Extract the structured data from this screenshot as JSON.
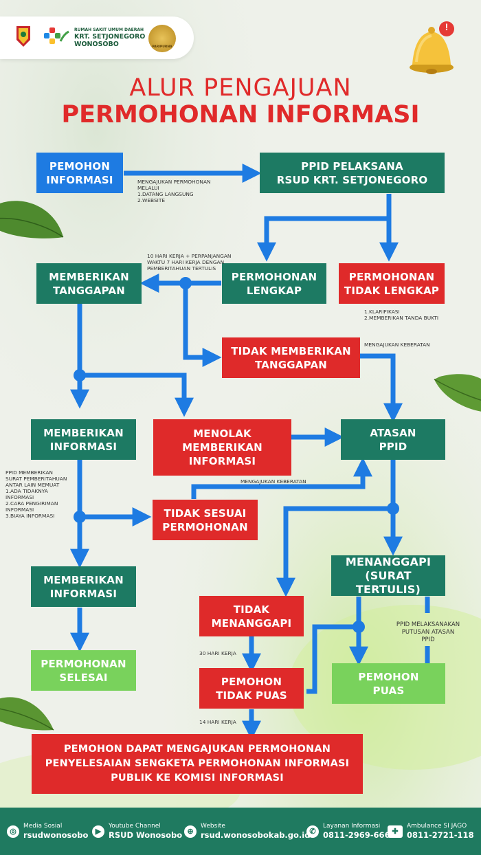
{
  "header": {
    "hospital_line1": "RUMAH SAKIT UMUM DAERAH",
    "hospital_line2": "KRT. SETJONEGORO",
    "hospital_line3": "WONOSOBO",
    "badge_text": "PARIPURNA",
    "bell_badge": "!"
  },
  "title": {
    "line1": "ALUR PENGAJUAN",
    "line2": "PERMOHONAN INFORMASI"
  },
  "boxes": {
    "pemohon_informasi": "PEMOHON\nINFORMASI",
    "ppid_pelaksana": "PPID PELAKSANA\nRSUD KRT. SETJONEGORO",
    "permohonan_lengkap": "PERMOHONAN\nLENGKAP",
    "permohonan_tidak_lengkap": "PERMOHONAN\nTIDAK LENGKAP",
    "memberikan_tanggapan": "MEMBERIKAN\nTANGGAPAN",
    "tidak_memberikan_tanggapan": "TIDAK MEMBERIKAN\nTANGGAPAN",
    "memberikan_informasi_1": "MEMBERIKAN\nINFORMASI",
    "menolak_memberikan_informasi": "MENOLAK\nMEMBERIKAN\nINFORMASI",
    "atasan_ppid": "ATASAN\nPPID",
    "tidak_sesuai_permohonan": "TIDAK SESUAI\nPERMOHONAN",
    "memberikan_informasi_2": "MEMBERIKAN\nINFORMASI",
    "menanggapi": "MENANGGAPI\n(SURAT TERTULIS)",
    "tidak_menanggapi": "TIDAK\nMENANGGAPI",
    "permohonan_selesai": "PERMOHONAN\nSELESAI",
    "pemohon_puas": "PEMOHON\nPUAS",
    "pemohon_tidak_puas": "PEMOHON\nTIDAK PUAS",
    "komisi_informasi": "PEMOHON DAPAT MENGAJUKAN PERMOHONAN\nPENYELESAIAN SENGKETA PERMOHONAN INFORMASI\nPUBLIK KE KOMISI INFORMASI"
  },
  "notes": {
    "mengajukan_permohonan": "MENGAJUKAN PERMOHONAN\nMELALUI\n   1.DATANG LANGSUNG\n   2.WEBSITE",
    "hari_kerja_10": "10 HARI KERJA + PERPANJANGAN\nWAKTU 7 HARI KERJA DENGAN\nPEMBERITAHUAN TERTULIS",
    "klarifikasi": "1.KLARIFIKASI\n2.MEMBERIKAN TANDA BUKTI",
    "mengajukan_keberatan_1": "MENGAJUKAN KEBERATAN",
    "mengajukan_keberatan_2": "MENGAJUKAN KEBERATAN",
    "ppid_memberikan": "PPID MEMBERIKAN\nSURAT PEMBERITAHUAN\nANTAR LAIN MEMUAT\n   1.ADA TIDAKNYA\n      INFORMASI\n   2.CARA PENGIRIMAN\n      INFORMASI\n   3.BIAYA INFORMASI",
    "ppid_melaksanakan": "PPID MELAKSANAKAN\nPUTUSAN ATASAN\nPPID",
    "hari_kerja_30": "30 HARI KERJA",
    "hari_kerja_14": "14 HARI KERJA"
  },
  "footer": {
    "items": [
      {
        "label": "Media Sosial",
        "value": "rsudwonosobo",
        "icon": "instagram-icon"
      },
      {
        "label": "Youtube Channel",
        "value": "RSUD Wonosobo",
        "icon": "youtube-icon"
      },
      {
        "label": "Website",
        "value": "rsud.wonosobokab.go.id",
        "icon": "globe-icon"
      },
      {
        "label": "Layanan Informasi",
        "value": "0811-2969-666",
        "icon": "phone-icon"
      },
      {
        "label": "Ambulance SI JAGO",
        "value": "0811-2721-118",
        "icon": "ambulance-icon"
      }
    ]
  },
  "colors": {
    "arrow": "#1e7be2",
    "title_red": "#e02a2a",
    "teal": "#1d7a63",
    "red": "#df2a2a",
    "light_green": "#79d25c",
    "blue": "#1e7be2"
  }
}
